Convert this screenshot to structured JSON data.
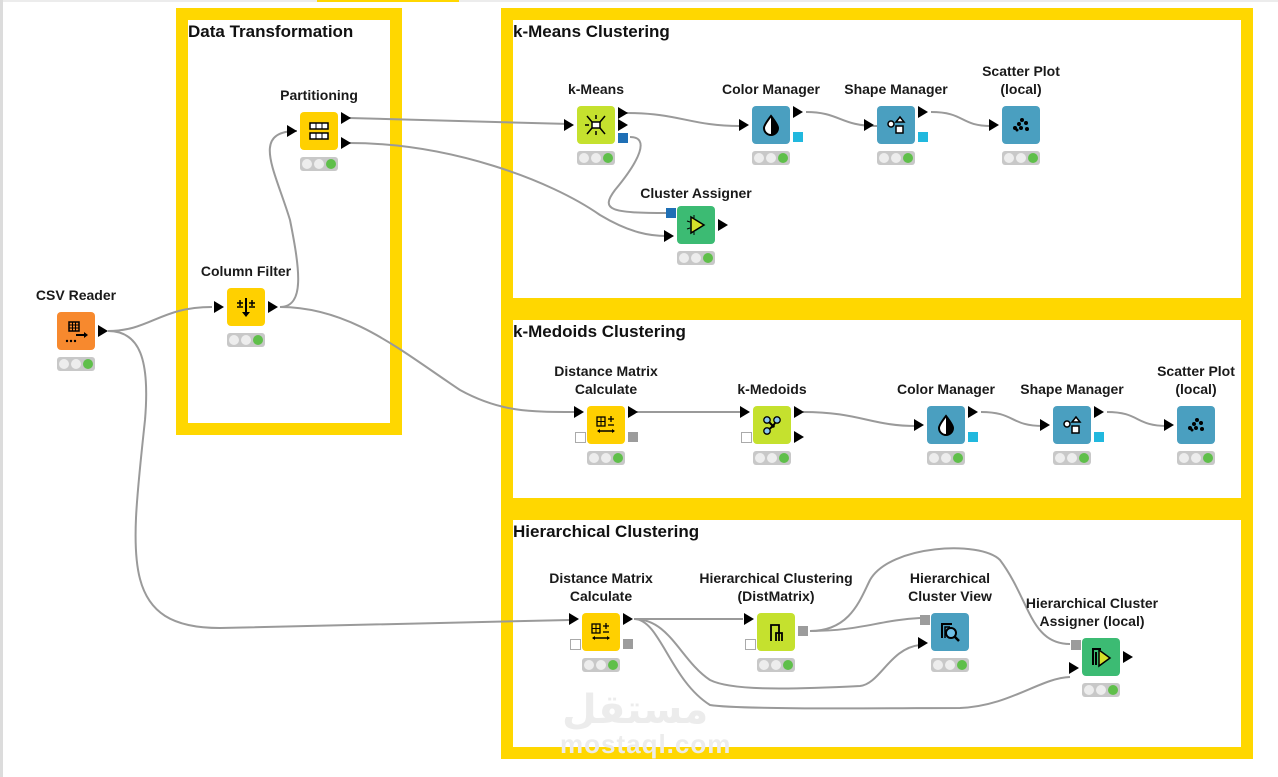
{
  "annotations": {
    "data_transformation": "Data Transformation",
    "kmeans": "k-Means Clustering",
    "kmedoids": "k-Medoids Clustering",
    "hierarchical": "Hierarchical Clustering"
  },
  "nodes": {
    "csv_reader": {
      "label": "CSV Reader",
      "icon": "csv-reader-icon"
    },
    "column_filter": {
      "label": "Column Filter",
      "icon": "column-filter-icon"
    },
    "partitioning": {
      "label": "Partitioning",
      "icon": "partitioning-icon"
    },
    "kmeans": {
      "label": "k-Means",
      "icon": "kmeans-icon"
    },
    "color_manager_1": {
      "label": "Color Manager",
      "icon": "color-drop-icon"
    },
    "shape_manager_1": {
      "label": "Shape Manager",
      "icon": "shapes-icon"
    },
    "scatter_plot_1": {
      "label": "Scatter Plot\n(local)",
      "label_line1": "Scatter Plot",
      "label_line2": "(local)",
      "icon": "scatter-dots-icon"
    },
    "cluster_assigner": {
      "label": "Cluster Assigner",
      "icon": "cluster-assigner-icon"
    },
    "dist_matrix_1": {
      "label_line1": "Distance Matrix",
      "label_line2": "Calculate",
      "icon": "distance-matrix-icon"
    },
    "kmedoids": {
      "label": "k-Medoids",
      "icon": "kmedoids-icon"
    },
    "color_manager_2": {
      "label": "Color Manager",
      "icon": "color-drop-icon"
    },
    "shape_manager_2": {
      "label": "Shape Manager",
      "icon": "shapes-icon"
    },
    "scatter_plot_2": {
      "label_line1": "Scatter Plot",
      "label_line2": "(local)",
      "icon": "scatter-dots-icon"
    },
    "dist_matrix_2": {
      "label_line1": "Distance Matrix",
      "label_line2": "Calculate",
      "icon": "distance-matrix-icon"
    },
    "hier_clustering": {
      "label_line1": "Hierarchical Clustering",
      "label_line2": "(DistMatrix)",
      "icon": "dendrogram-icon"
    },
    "hier_cluster_view": {
      "label_line1": "Hierarchical",
      "label_line2": "Cluster View",
      "icon": "cluster-view-icon"
    },
    "hier_cluster_assigner": {
      "label_line1": "Hierarchical Cluster",
      "label_line2": "Assigner (local)",
      "icon": "hier-assigner-icon"
    }
  },
  "status": {
    "state": "executed",
    "color": "#5fbf4a"
  },
  "colors": {
    "annotation_border": "#ffd700",
    "wire": "#9a9a9a"
  },
  "watermark": {
    "arabic": "مستقل",
    "latin": "mostaql.com"
  }
}
